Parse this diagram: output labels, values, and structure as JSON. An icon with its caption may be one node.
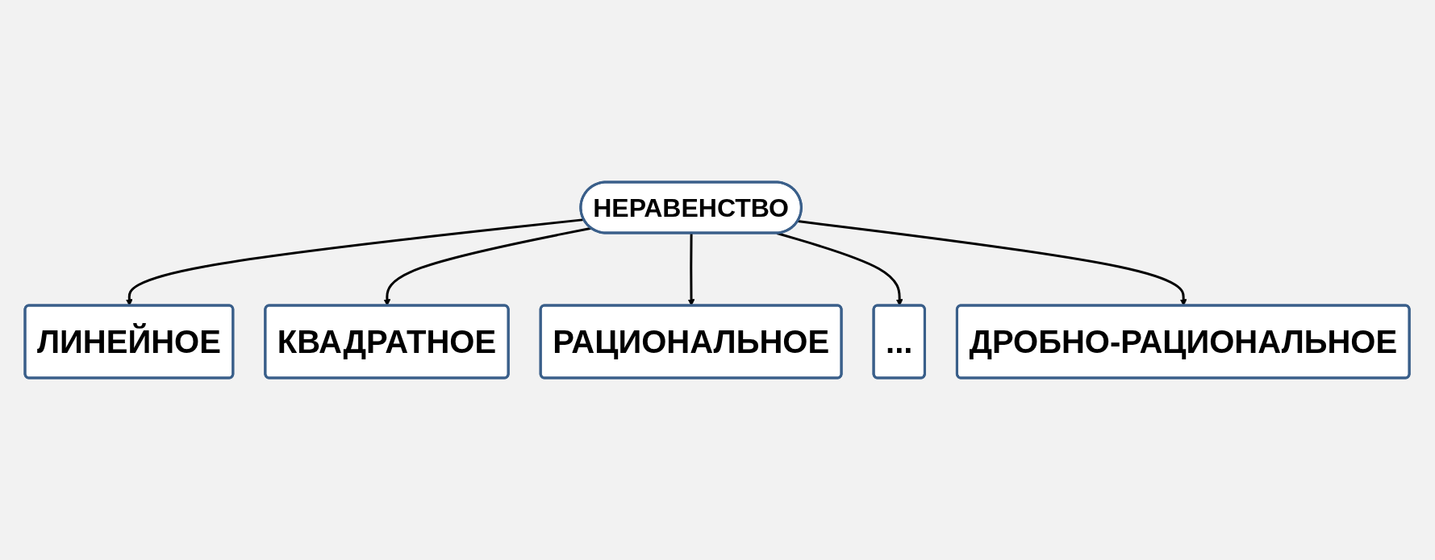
{
  "diagram": {
    "nodes": [
      {
        "text": [
          "ЛИНЕЙНОЕ"
        ]
      },
      {
        "text": [
          "КВАДРАТНОЕ"
        ]
      },
      {
        "text": [
          "НЕРАВЕНСТВО"
        ]
      },
      {
        "text": [
          "РАЦИОНАЛЬНОЕ"
        ]
      },
      {
        "text": [
          "ДРОБНО-РАЦИОНАЛЬНОЕ"
        ]
      },
      {
        "text": [
          "..."
        ]
      }
    ],
    "edges": [
      {
        "from": 2,
        "to": 0,
        "arrow": "to"
      },
      {
        "from": 2,
        "to": 1,
        "arrow": "to"
      },
      {
        "from": 2,
        "to": 3,
        "arrow": "to"
      },
      {
        "from": 2,
        "to": 5,
        "arrow": "to"
      },
      {
        "from": 2,
        "to": 4,
        "arrow": "to"
      }
    ]
  }
}
